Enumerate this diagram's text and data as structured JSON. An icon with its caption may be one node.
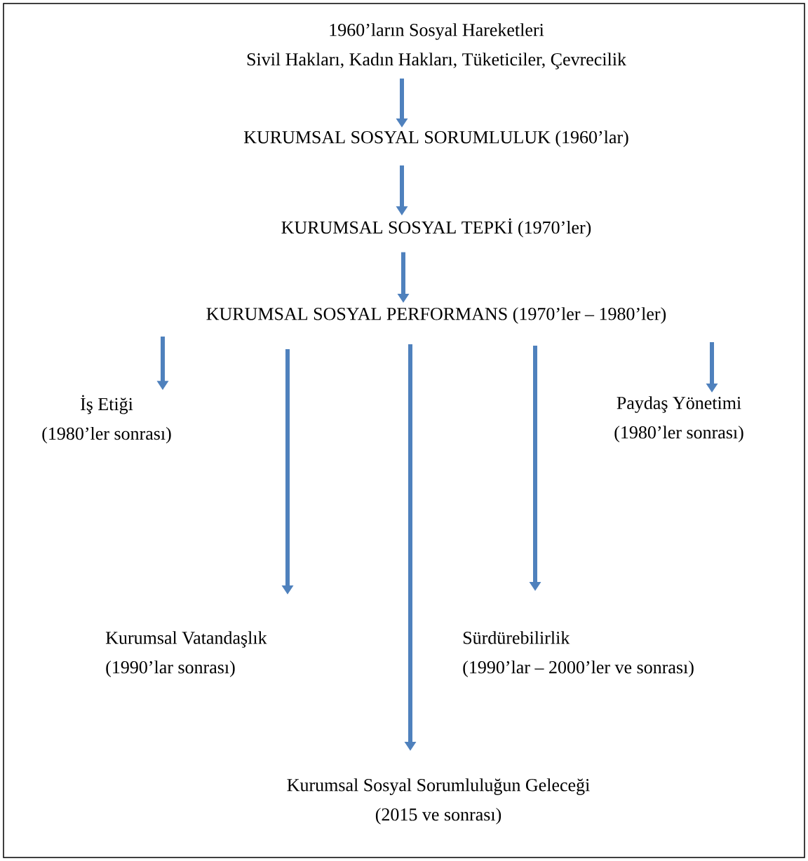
{
  "diagram": {
    "nodes": [
      {
        "text": [
          "1960’ların Sosyal Hareketleri",
          "Sivil Hakları, Kadın Hakları, Tüketiciler, Çevrecilik"
        ]
      },
      {
        "text": [
          "KURUMSAL SOSYAL SORUMLULUK (1960’lar)"
        ]
      },
      {
        "text": [
          "KURUMSAL SOSYAL TEPKİ (1970’ler)"
        ]
      },
      {
        "text": [
          "KURUMSAL SOSYAL PERFORMANS (1970’ler – 1980’ler)"
        ]
      },
      {
        "text": [
          "İş Etiği",
          "(1980’ler sonrası)"
        ]
      },
      {
        "text": [
          "Paydaş Yönetimi",
          "(1980’ler sonrası)"
        ]
      },
      {
        "text": [
          "Kurumsal Vatandaşlık",
          "(1990’lar sonrası)"
        ]
      },
      {
        "text": [
          "Sürdürebilirlik",
          "(1990’lar – 2000’ler ve sonrası)"
        ]
      },
      {
        "text": [
          "Kurumsal Sosyal Sorumluluğun Geleceği",
          "(2015 ve sonrası)"
        ]
      }
    ],
    "edges": [
      {
        "from": 0,
        "to": 1,
        "arrow": "to"
      },
      {
        "from": 1,
        "to": 2,
        "arrow": "to"
      },
      {
        "from": 2,
        "to": 3,
        "arrow": "to"
      },
      {
        "from": 3,
        "to": 4,
        "arrow": "to"
      },
      {
        "from": 3,
        "to": 6,
        "arrow": "to"
      },
      {
        "from": 3,
        "to": 8,
        "arrow": "to"
      },
      {
        "from": 3,
        "to": 7,
        "arrow": "to"
      },
      {
        "from": 3,
        "to": 5,
        "arrow": "to"
      }
    ]
  }
}
